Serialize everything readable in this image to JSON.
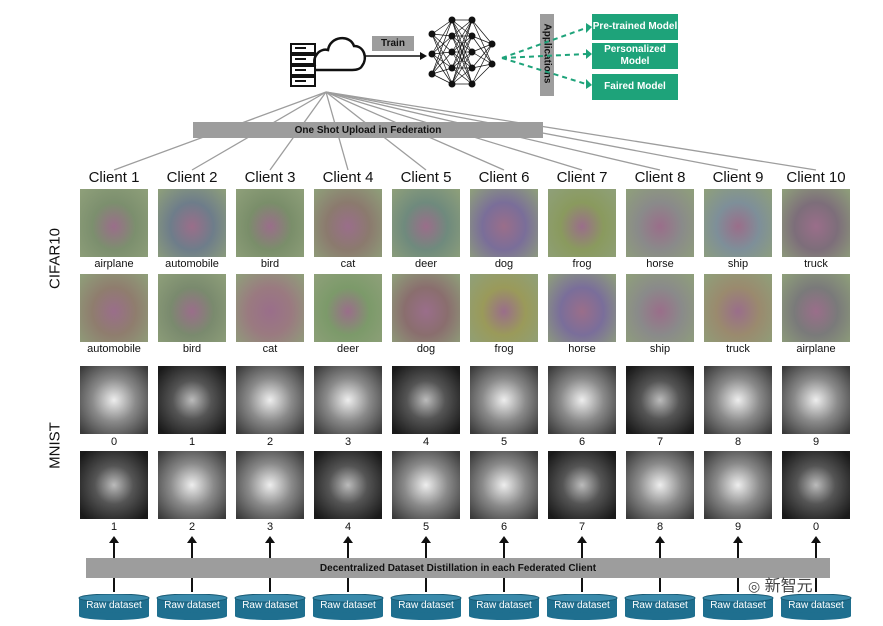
{
  "top": {
    "train_label": "Train",
    "applications_label": "Applications",
    "apps": [
      "Pre-trained Model",
      "Personalized Model",
      "Faired Model"
    ],
    "upload_label": "One Shot Upload in Federation"
  },
  "clients": [
    "Client 1",
    "Client 2",
    "Client 3",
    "Client 4",
    "Client 5",
    "Client 6",
    "Client 7",
    "Client 8",
    "Client 9",
    "Client 10"
  ],
  "rows": {
    "cifar_label": "CIFAR10",
    "mnist_label": "MNIST",
    "cifar_row1": [
      "airplane",
      "automobile",
      "bird",
      "cat",
      "deer",
      "dog",
      "frog",
      "horse",
      "ship",
      "truck"
    ],
    "cifar_row2": [
      "automobile",
      "bird",
      "cat",
      "deer",
      "dog",
      "frog",
      "horse",
      "ship",
      "truck",
      "airplane"
    ],
    "mnist_row1": [
      "0",
      "1",
      "2",
      "3",
      "4",
      "5",
      "6",
      "7",
      "8",
      "9"
    ],
    "mnist_row2": [
      "1",
      "2",
      "3",
      "4",
      "5",
      "6",
      "7",
      "8",
      "9",
      "0"
    ]
  },
  "bottom": {
    "distill_label": "Decentralized Dataset Distillation in each Federated Client",
    "raw_label": "Raw dataset"
  },
  "watermark": "新智元",
  "colors": {
    "app_green": "#1ea37a",
    "bar_gray": "#9d9d9d",
    "db_teal": "#1f6f8f"
  }
}
